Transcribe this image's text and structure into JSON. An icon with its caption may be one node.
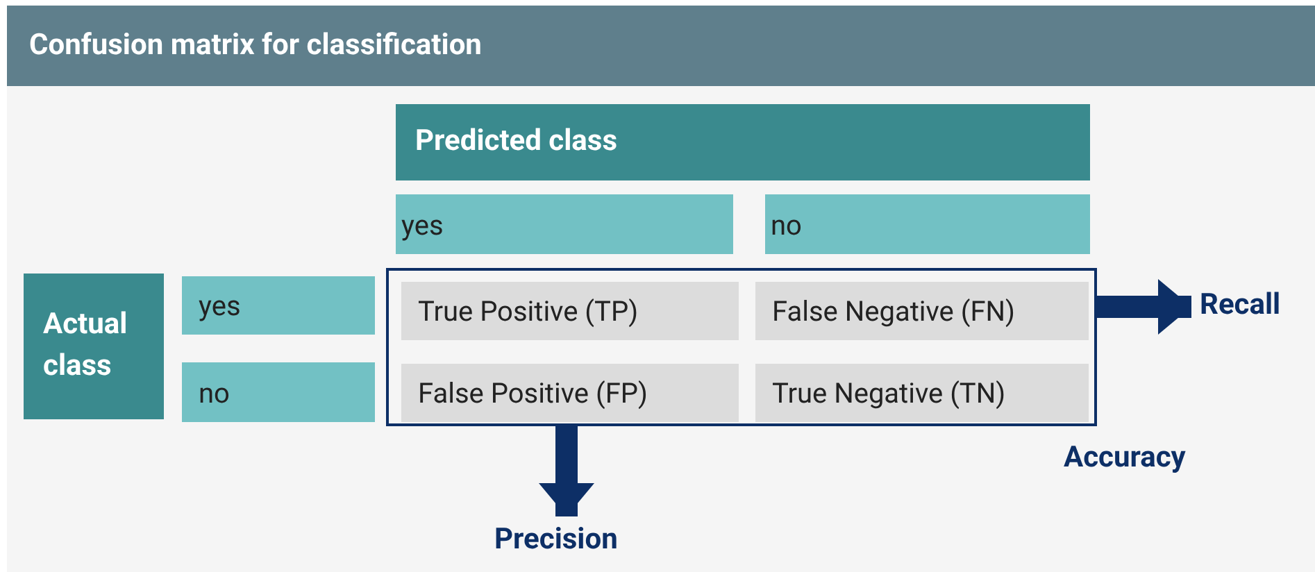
{
  "diagram": {
    "title": "Confusion matrix for classification",
    "nodes": [
      {
        "text": [
          "Predicted class"
        ]
      },
      {
        "text": [
          "yes"
        ]
      },
      {
        "text": [
          "no"
        ]
      },
      {
        "text": [
          "Actual class"
        ]
      },
      {
        "text": [
          "yes"
        ]
      },
      {
        "text": [
          "no"
        ]
      },
      {
        "text": [],
        "shape": "box"
      },
      {
        "text": [
          "True Positive (TP)"
        ],
        "in": 6
      },
      {
        "text": [
          "False Negative (FN)"
        ],
        "in": 6
      },
      {
        "text": [
          "False Positive (FP)"
        ],
        "in": 6
      },
      {
        "text": [
          "True Negative (TN)"
        ],
        "in": 6
      },
      {
        "text": [
          "Recall"
        ]
      },
      {
        "text": [
          "Precision"
        ]
      }
    ],
    "edges": [
      {
        "from": 6,
        "to": 11,
        "arrow": "to"
      },
      {
        "from": 6,
        "to": 12,
        "arrow": "to"
      }
    ],
    "labels": [
      "Accuracy"
    ]
  }
}
